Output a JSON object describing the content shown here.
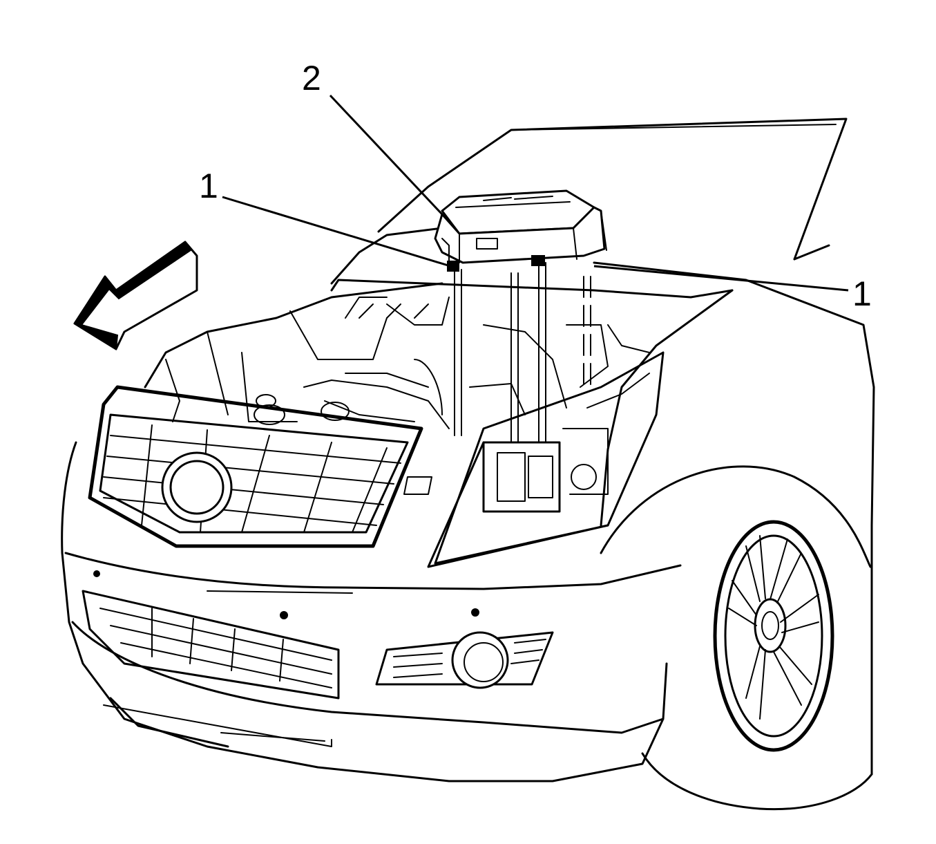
{
  "callouts": [
    {
      "id": "callout-2",
      "label": "2"
    },
    {
      "id": "callout-1-left",
      "label": "1"
    },
    {
      "id": "callout-1-right",
      "label": "1"
    }
  ],
  "icons": {
    "direction_arrow": "forward-direction-arrow-icon"
  }
}
